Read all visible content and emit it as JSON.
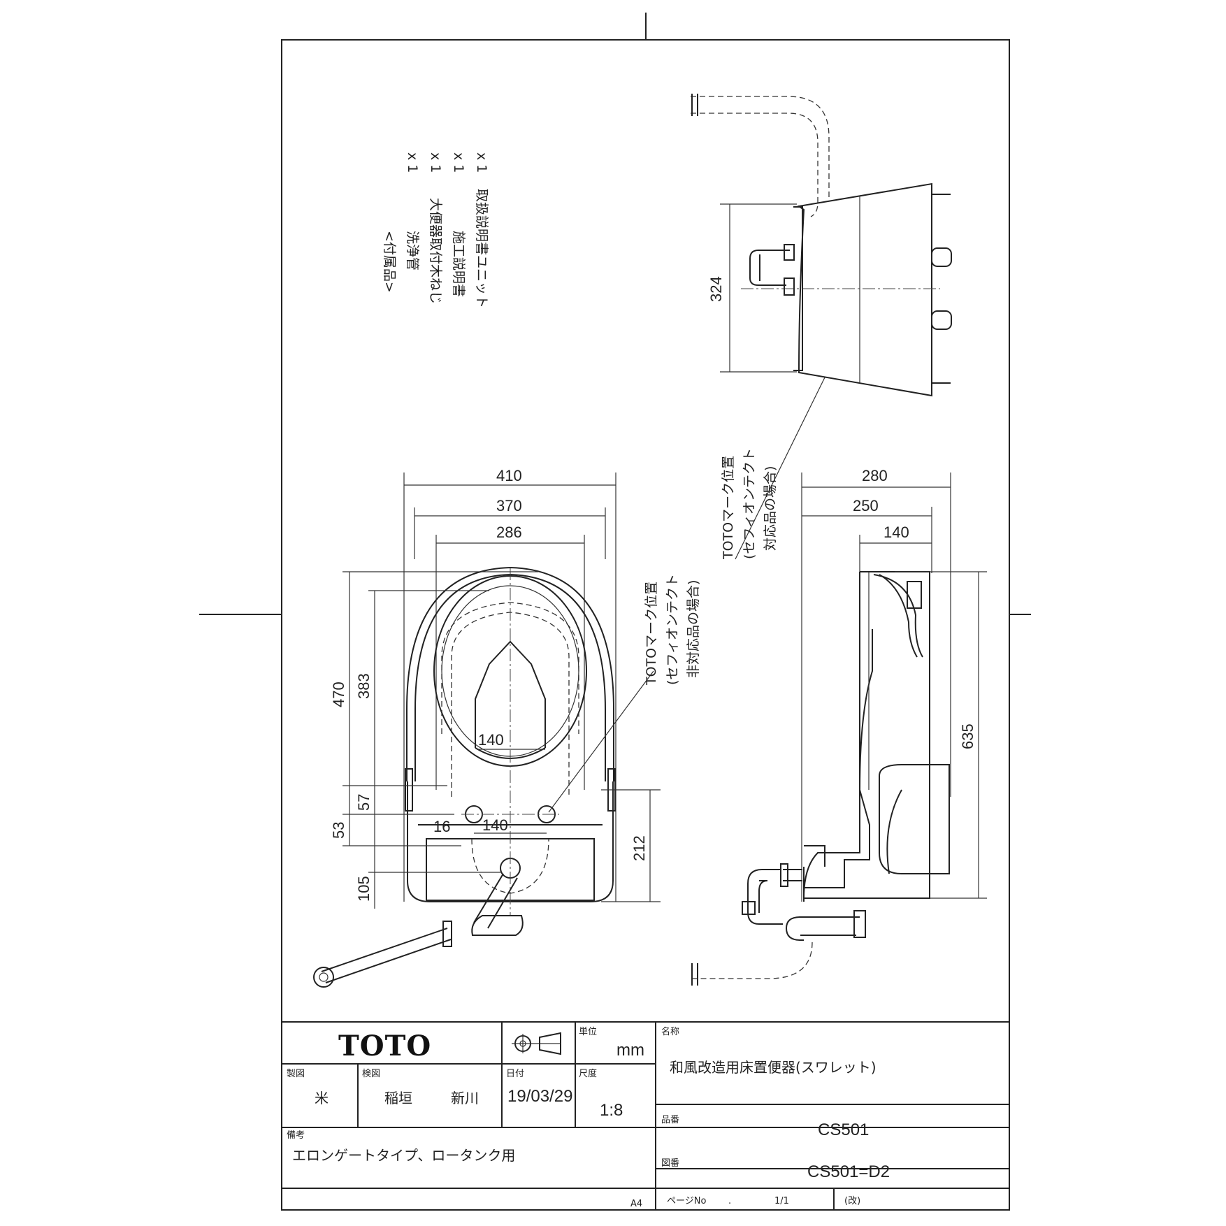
{
  "accessories": {
    "heading": "<付属品>",
    "items": [
      {
        "name": "洗浄管",
        "qty": "x 1"
      },
      {
        "name": "大便器取付木ねじ",
        "qty": "x 1"
      },
      {
        "name": "施工説明書",
        "qty": "x 1"
      },
      {
        "name": "取扱説明書ユニット",
        "qty": "x 1"
      }
    ]
  },
  "dimensions": {
    "side_top": "324",
    "plan_w1": "410",
    "plan_w2": "370",
    "plan_w3": "286",
    "plan_h1": "470",
    "plan_h2": "383",
    "plan_57": "57",
    "plan_53": "53",
    "plan_105": "105",
    "plan_212": "212",
    "plan_inner140": "140",
    "plan_bolt140": "140",
    "plan_16": "16",
    "side_w1": "280",
    "side_w2": "250",
    "side_w3": "140",
    "side_h": "635"
  },
  "notes": {
    "mark_plan_line1": "TOTOマーク位置",
    "mark_plan_line2": "(セフィオンテクト",
    "mark_plan_line3": "非対応品の場合)",
    "mark_side_line1": "TOTOマーク位置",
    "mark_side_line2": "(セフィオンテクト",
    "mark_side_line3": "対応品の場合)"
  },
  "title_block": {
    "logo": "TOTO",
    "unit_label": "単位",
    "unit_value": "mm",
    "name_label": "名称",
    "name_value": "和風改造用床置便器(スワレット)",
    "drawn_label": "製図",
    "drawn_value": "米",
    "checked_label": "検図",
    "checked_value_1": "稲垣",
    "checked_value_2": "新川",
    "date_label": "日付",
    "date_value": "19/03/29",
    "scale_label": "尺度",
    "scale_value": "1:8",
    "part_label": "品番",
    "part_value": "CS501",
    "remarks_label": "備考",
    "remarks_value": "エロンゲートタイプ、ロータンク用",
    "drawing_label": "図番",
    "drawing_value": "CS501=D2",
    "paper_size": "A4",
    "page_label": "ページNo",
    "page_value": "1/1",
    "revision": "(改)"
  }
}
